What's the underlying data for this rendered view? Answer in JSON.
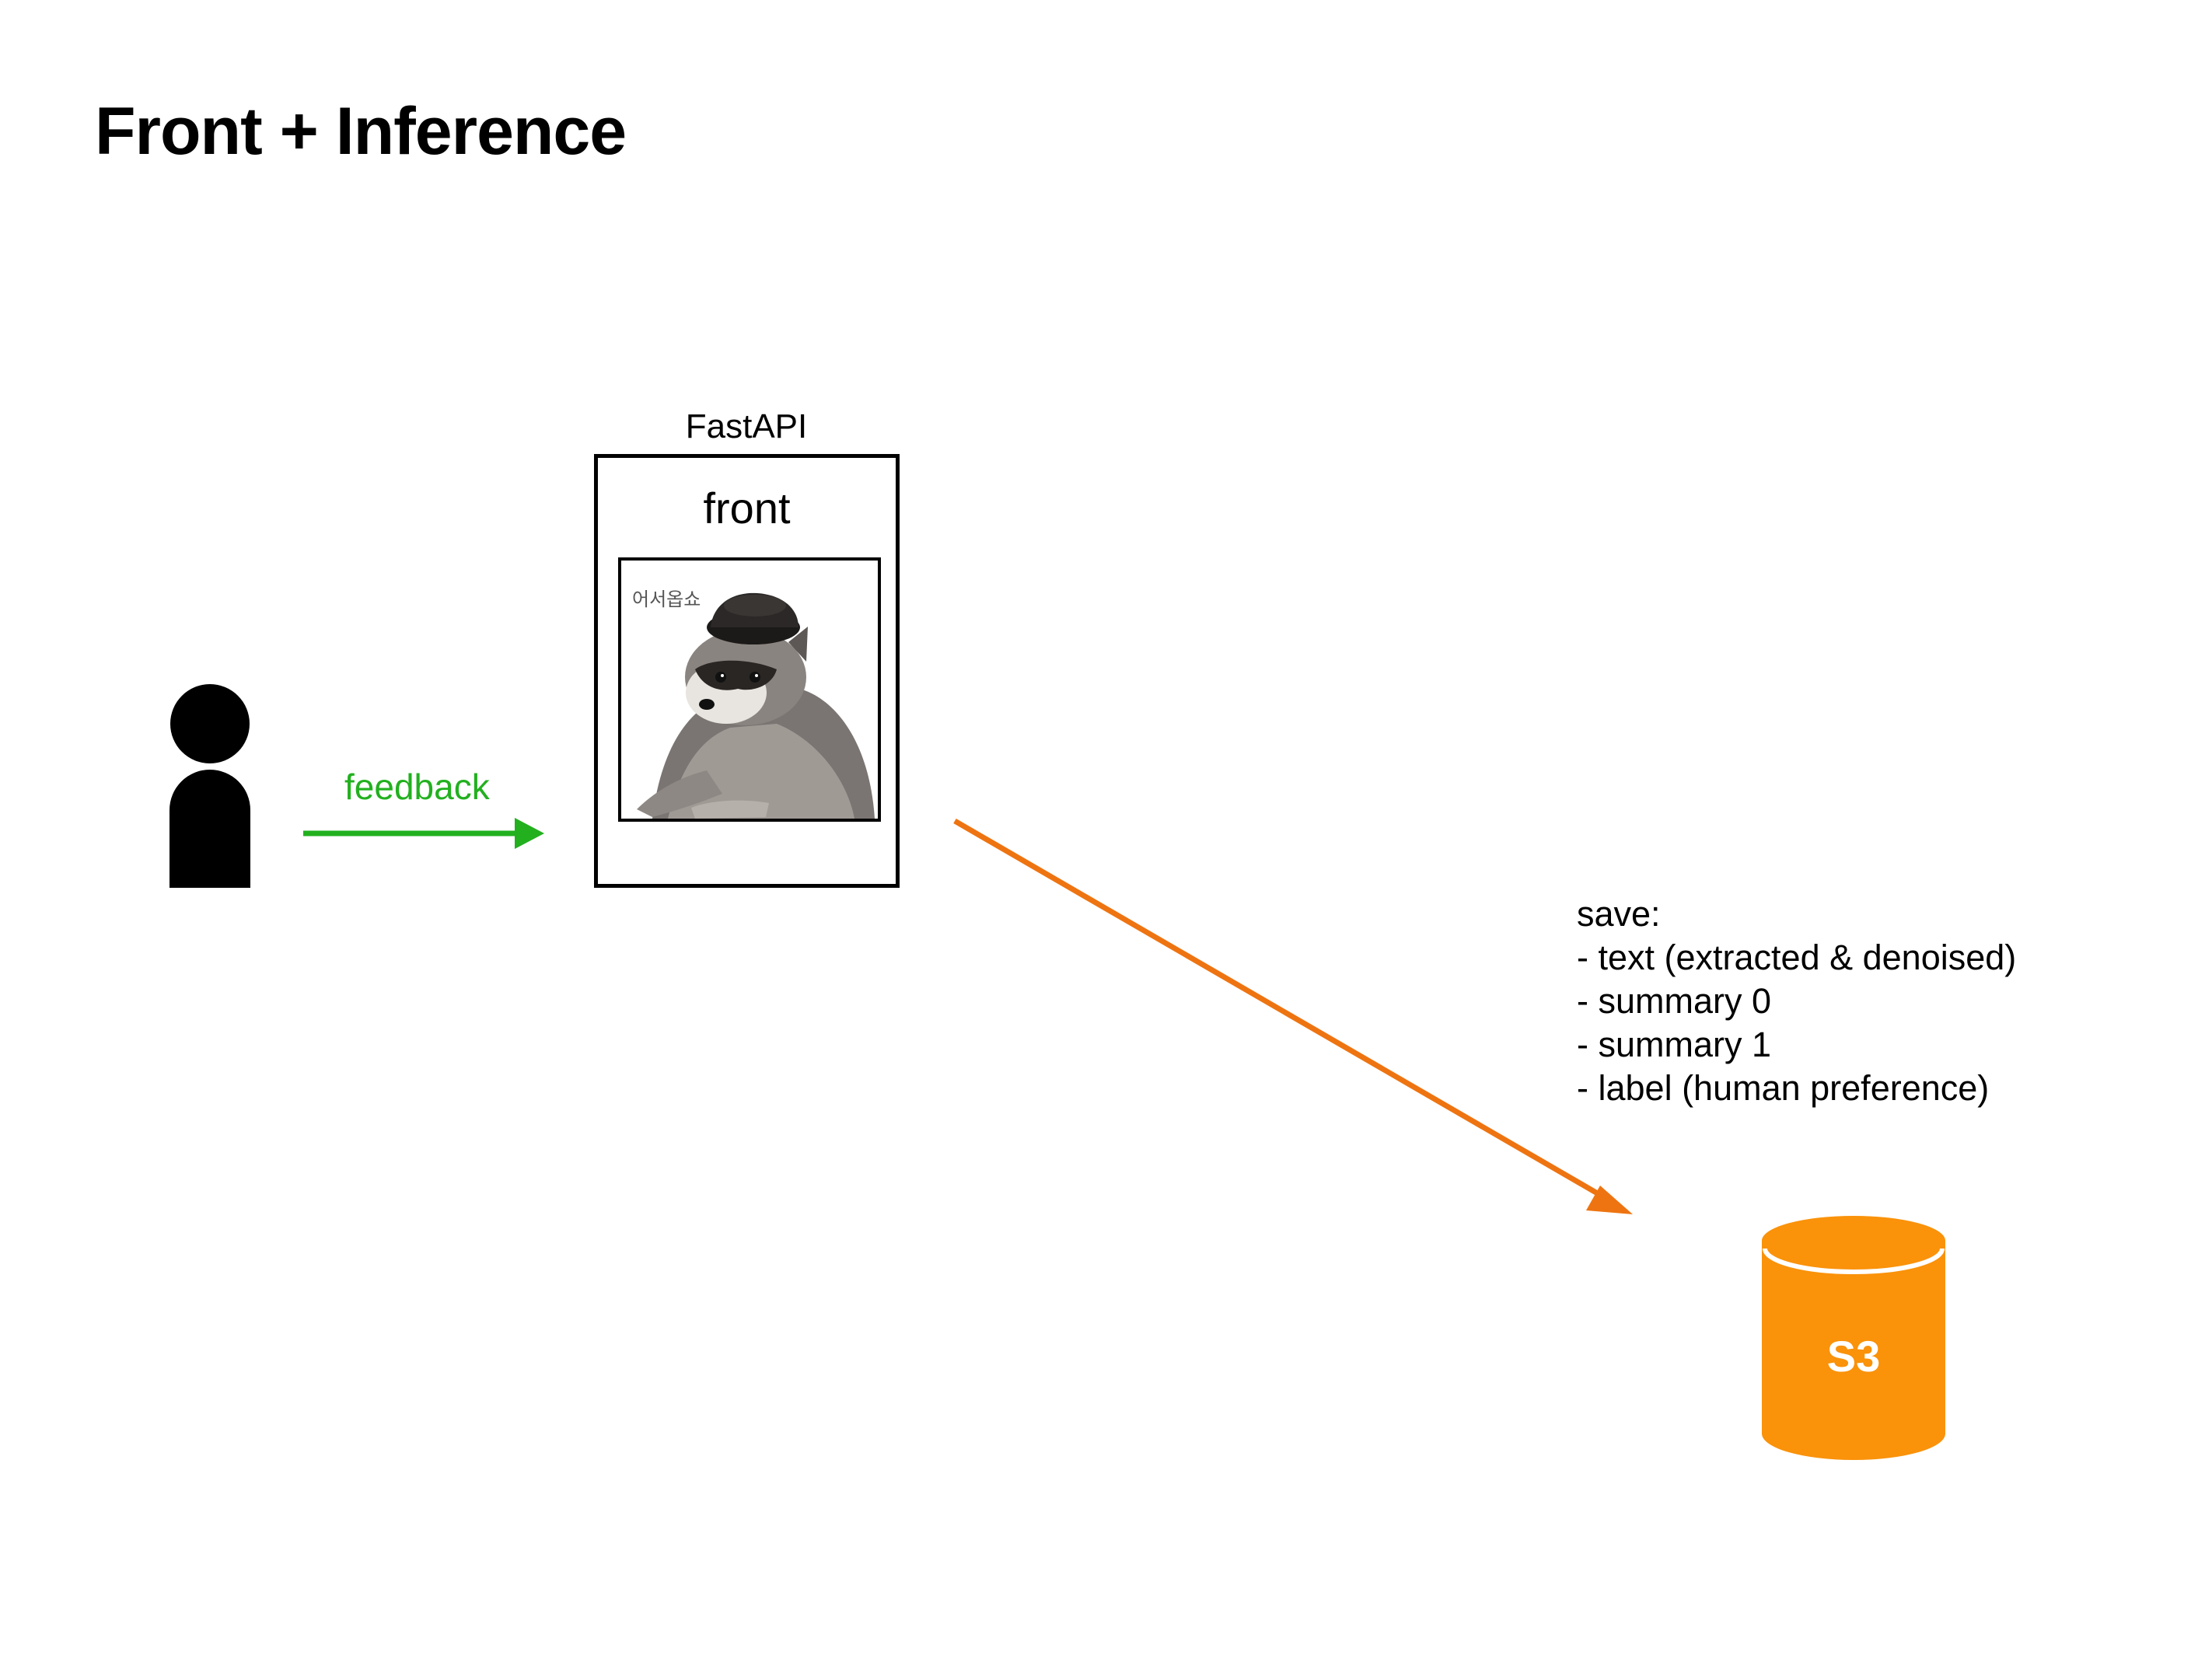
{
  "slide": {
    "title": "Front + Inference"
  },
  "user": {
    "icon": "person-icon"
  },
  "feedback_arrow": {
    "label": "feedback",
    "color": "#22b01f"
  },
  "fastapi": {
    "label": "FastAPI",
    "front_label": "front",
    "screen": {
      "greeting": "어서옵쇼",
      "image": "raccoon-with-hat"
    }
  },
  "save_arrow": {
    "color": "#ee7411"
  },
  "save_note": {
    "heading": "save:",
    "items": [
      "- text (extracted & denoised)",
      "- summary 0",
      "- summary 1",
      "- label (human preference)"
    ]
  },
  "storage": {
    "label": "S3",
    "color": "#fa920a",
    "icon": "database-cylinder-icon"
  }
}
